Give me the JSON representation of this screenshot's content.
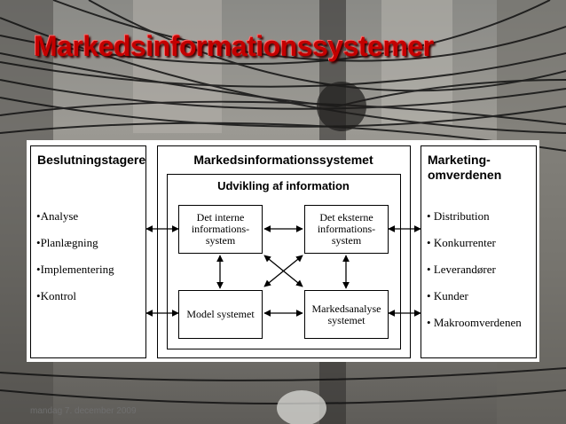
{
  "slide": {
    "title": "Markedsinformationssystemer",
    "footer": "mandag 7. december 2009"
  },
  "diagram": {
    "left_column": {
      "title": "Beslutningstagere",
      "items": [
        "Analyse",
        "Planlægning",
        "Implementering",
        "Kontrol"
      ]
    },
    "center": {
      "title": "Markedsinformationssystemet",
      "subtitle": "Udvikling af information",
      "boxes": {
        "internal": "Det interne informations-system",
        "external": "Det eksterne informations-system",
        "model": "Model systemet",
        "research": "Markedsanalyse systemet"
      }
    },
    "right_column": {
      "title": "Marketing-omverdenen",
      "items": [
        "Distribution",
        "Konkurrenter",
        "Leverandører",
        "Kunder",
        "Makroomverdenen"
      ]
    }
  }
}
